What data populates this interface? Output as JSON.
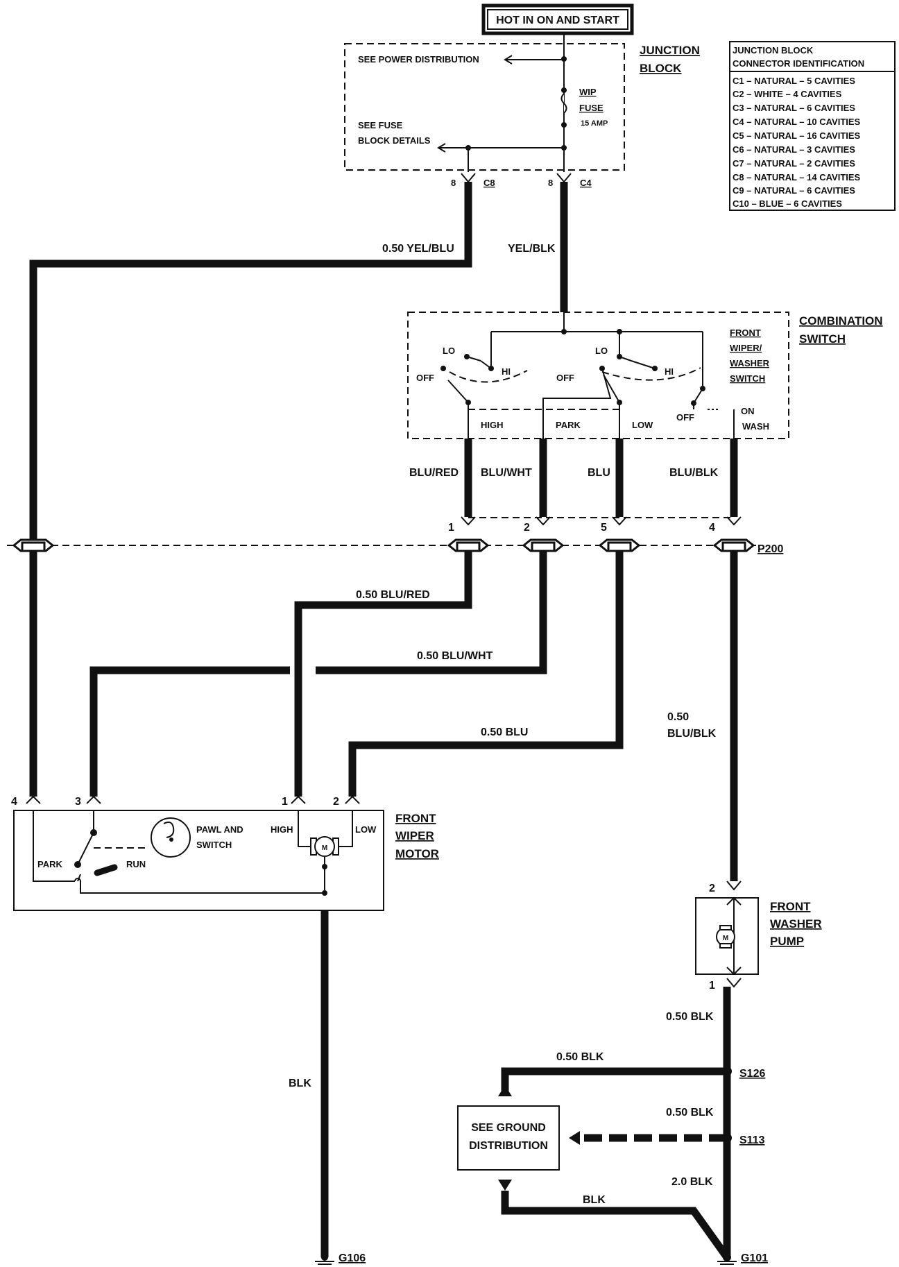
{
  "header": {
    "hot_label": "HOT IN ON AND START"
  },
  "junction_block": {
    "title_line1": "JUNCTION",
    "title_line2": "BLOCK",
    "see_power": "SEE POWER DISTRIBUTION",
    "see_fuse_line1": "SEE FUSE",
    "see_fuse_line2": "BLOCK DETAILS",
    "fuse_name1": "WIP",
    "fuse_name2": "FUSE",
    "fuse_rating": "15 AMP"
  },
  "connector_id": {
    "title_line1": "JUNCTION BLOCK",
    "title_line2": "CONNECTOR IDENTIFICATION",
    "rows": [
      "C1 – NATURAL – 5 CAVITIES",
      "C2 – WHITE – 4 CAVITIES",
      "C3 – NATURAL – 6 CAVITIES",
      "C4 – NATURAL – 10 CAVITIES",
      "C5 – NATURAL – 16 CAVITIES",
      "C6 – NATURAL – 3 CAVITIES",
      "C7 – NATURAL – 2 CAVITIES",
      "C8 – NATURAL – 14 CAVITIES",
      "C9 – NATURAL – 6 CAVITIES",
      "C10 – BLUE – 6 CAVITIES"
    ]
  },
  "connectors": {
    "c8_pin": "8",
    "c8_name": "C8",
    "c4_pin": "8",
    "c4_name": "C4",
    "p200_name": "P200",
    "p200_pin1": "1",
    "p200_pin2": "2",
    "p200_pin5": "5",
    "p200_pin4": "4",
    "motor_pin4": "4",
    "motor_pin3": "3",
    "motor_pin1": "1",
    "motor_pin2": "2",
    "pump_pin2": "2",
    "pump_pin1": "1"
  },
  "wires": {
    "yel_blu": "0.50 YEL/BLU",
    "yel_blk": "YEL/BLK",
    "blu_red": "BLU/RED",
    "blu_wht": "BLU/WHT",
    "blu": "BLU",
    "blu_blk": "BLU/BLK",
    "blu_red_050": "0.50 BLU/RED",
    "blu_wht_050": "0.50 BLU/WHT",
    "blu_050": "0.50 BLU",
    "blu_blk_050_line1": "0.50",
    "blu_blk_050_line2": "BLU/BLK",
    "blk_motor": "BLK",
    "blk_pump": "0.50 BLK",
    "blk_s126": "0.50 BLK",
    "blk_s113": "0.50 BLK",
    "blk_20": "2.0 BLK",
    "blk_return": "BLK"
  },
  "combination_switch": {
    "title_line1": "COMBINATION",
    "title_line2": "SWITCH",
    "name_line1": "FRONT",
    "name_line2": "WIPER/",
    "name_line3": "WASHER",
    "name_line4": "SWITCH",
    "lo1": "LO",
    "hi1": "HI",
    "off1": "OFF",
    "lo2": "LO",
    "hi2": "HI",
    "off2": "OFF",
    "off3": "OFF",
    "on": "ON",
    "high": "HIGH",
    "park": "PARK",
    "low": "LOW",
    "wash": "WASH"
  },
  "motor": {
    "title_line1": "FRONT",
    "title_line2": "WIPER",
    "title_line3": "MOTOR",
    "pawl_line1": "PAWL AND",
    "pawl_line2": "SWITCH",
    "park": "PARK",
    "run": "RUN",
    "high": "HIGH",
    "low": "LOW",
    "m": "M"
  },
  "pump": {
    "title_line1": "FRONT",
    "title_line2": "WASHER",
    "title_line3": "PUMP",
    "m": "M"
  },
  "ground": {
    "see_line1": "SEE GROUND",
    "see_line2": "DISTRIBUTION",
    "s126": "S126",
    "s113": "S113",
    "g106": "G106",
    "g101": "G101"
  }
}
